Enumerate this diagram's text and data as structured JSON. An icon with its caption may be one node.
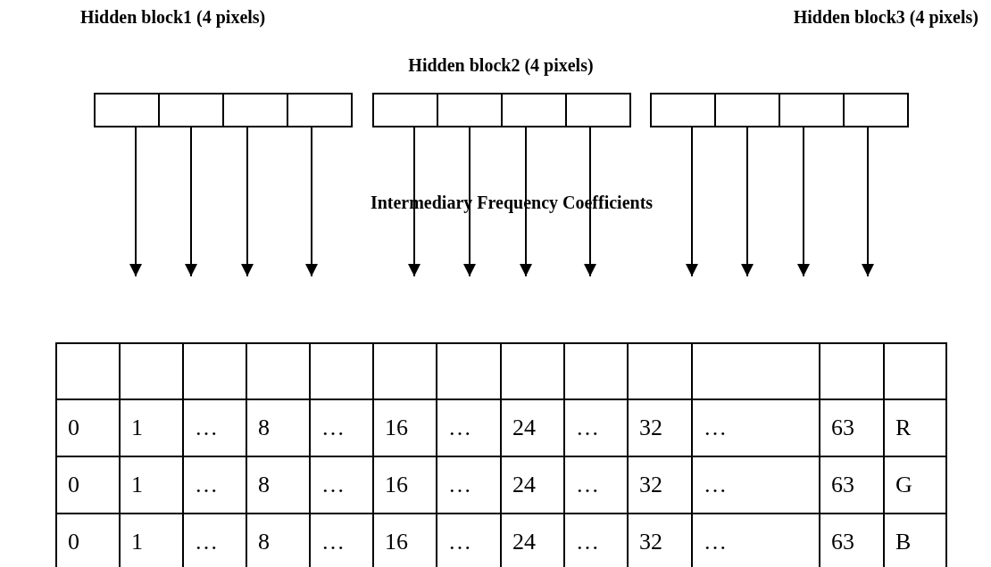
{
  "diagram": {
    "nodes": [
      {
        "text": [],
        "shape": "box"
      },
      {
        "text": [],
        "shape": "box"
      },
      {
        "text": [],
        "shape": "box"
      },
      {
        "text": [],
        "shape": "box"
      },
      {
        "text": [],
        "shape": "box"
      },
      {
        "text": [],
        "shape": "box"
      },
      {
        "text": [],
        "shape": "box"
      },
      {
        "text": [],
        "shape": "box"
      },
      {
        "text": [],
        "shape": "box"
      },
      {
        "text": [],
        "shape": "box"
      },
      {
        "text": [],
        "shape": "box"
      },
      {
        "text": [],
        "shape": "box"
      }
    ],
    "edges": [
      {
        "from": 0,
        "to": null,
        "arrow": "to"
      },
      {
        "from": 1,
        "to": null,
        "arrow": "to"
      },
      {
        "from": 2,
        "to": null,
        "arrow": "to"
      },
      {
        "from": 3,
        "to": null,
        "arrow": "to"
      },
      {
        "from": 4,
        "to": null,
        "arrow": "to"
      },
      {
        "from": 5,
        "to": null,
        "arrow": "to"
      },
      {
        "from": 6,
        "to": null,
        "arrow": "to"
      },
      {
        "from": 7,
        "to": null,
        "arrow": "to"
      },
      {
        "from": 8,
        "to": null,
        "arrow": "to"
      },
      {
        "from": 9,
        "to": null,
        "arrow": "to"
      },
      {
        "from": 10,
        "to": null,
        "arrow": "to"
      },
      {
        "from": 11,
        "to": null,
        "arrow": "to"
      }
    ],
    "labels": [
      "Hidden block1 (4 pixels)",
      "Hidden block3 (4 pixels)",
      "Hidden block2 (4 pixels)",
      "Intermediary Frequency Coefficients",
      "0",
      "1",
      "…",
      "8",
      "…",
      "16",
      "…",
      "24",
      "…",
      "32",
      "…",
      "63",
      "R",
      "0",
      "1",
      "…",
      "8",
      "…",
      "16",
      "…",
      "24",
      "…",
      "32",
      "…",
      "63",
      "G",
      "0",
      "1",
      "…",
      "8",
      "…",
      "16",
      "…",
      "24",
      "…",
      "32",
      "…",
      "63",
      "B"
    ]
  }
}
